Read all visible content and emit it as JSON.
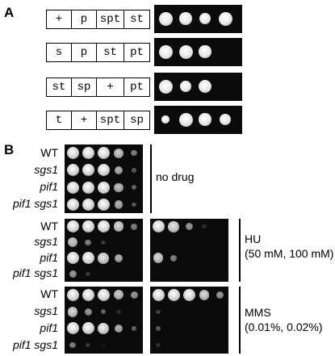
{
  "panel_a": {
    "letter": "A",
    "rows": [
      {
        "cells": [
          "+",
          "p",
          "spt",
          "st"
        ],
        "spots": [
          1.0,
          0.92,
          0.82,
          1.0
        ]
      },
      {
        "cells": [
          "s",
          "p",
          "st",
          "pt"
        ],
        "spots": [
          1.0,
          1.0,
          0.9,
          0.0
        ]
      },
      {
        "cells": [
          "st",
          "sp",
          "+",
          "pt"
        ],
        "spots": [
          1.0,
          0.82,
          0.95,
          0.0
        ]
      },
      {
        "cells": [
          "t",
          "+",
          "spt",
          "sp"
        ],
        "spots": [
          0.55,
          1.0,
          0.9,
          0.85
        ]
      }
    ]
  },
  "panel_b": {
    "letter": "B",
    "strains": [
      "WT",
      "sgs1",
      "pif1",
      "pif1 sgs1"
    ],
    "conditions": [
      {
        "label_lines": [
          "no drug"
        ]
      },
      {
        "label_lines": [
          "HU",
          "(50 mM, 100 mM)"
        ]
      },
      {
        "label_lines": [
          "MMS",
          "(0.01%, 0.02%)"
        ]
      }
    ],
    "colors": {
      "plate": "#0b0b0b",
      "colony": "#e6e6e6"
    }
  }
}
